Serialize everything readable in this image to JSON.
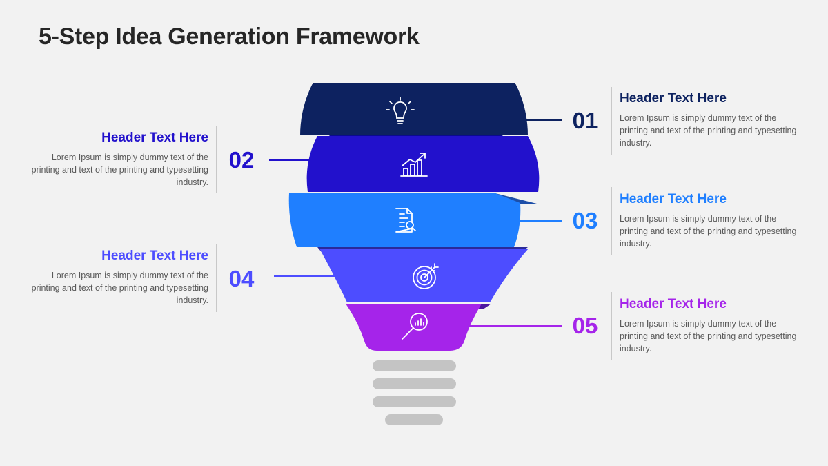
{
  "title": "5-Step Idea Generation Framework",
  "colors": {
    "step1": "#0d2260",
    "step2": "#2211cc",
    "step3": "#1f7fff",
    "step4": "#4d4dff",
    "step5": "#a524ea",
    "base": "#c4c4c4",
    "divider": "#c8c8c8",
    "background": "#f2f2f2"
  },
  "steps": [
    {
      "number": "01",
      "header": "Header Text Here",
      "body": "Lorem Ipsum is simply dummy text of the printing and text of the printing and typesetting industry.",
      "icon": "lightbulb-icon",
      "color": "#0d2260"
    },
    {
      "number": "02",
      "header": "Header Text Here",
      "body": "Lorem Ipsum is simply dummy text of the printing and text of the printing and typesetting industry.",
      "icon": "growth-chart-icon",
      "color": "#2211cc"
    },
    {
      "number": "03",
      "header": "Header Text Here",
      "body": "Lorem Ipsum is simply dummy text of the printing and text of the printing and typesetting industry.",
      "icon": "document-search-icon",
      "color": "#1f7fff"
    },
    {
      "number": "04",
      "header": "Header Text Here",
      "body": "Lorem Ipsum is simply dummy text of the printing and text of the printing and typesetting industry.",
      "icon": "target-icon",
      "color": "#4d4dff"
    },
    {
      "number": "05",
      "header": "Header Text Here",
      "body": "Lorem Ipsum is simply dummy text of the printing and text of the printing and typesetting industry.",
      "icon": "analytics-magnifier-icon",
      "color": "#a524ea"
    }
  ]
}
